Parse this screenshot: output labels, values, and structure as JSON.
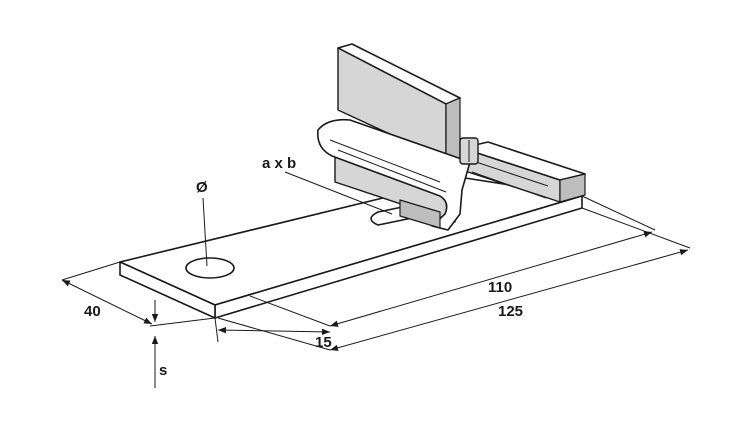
{
  "labels": {
    "diameter": "Ø",
    "slot": "a x b",
    "width": "40",
    "length_inner": "110",
    "length_total": "125",
    "offset": "15",
    "thickness": "s"
  }
}
